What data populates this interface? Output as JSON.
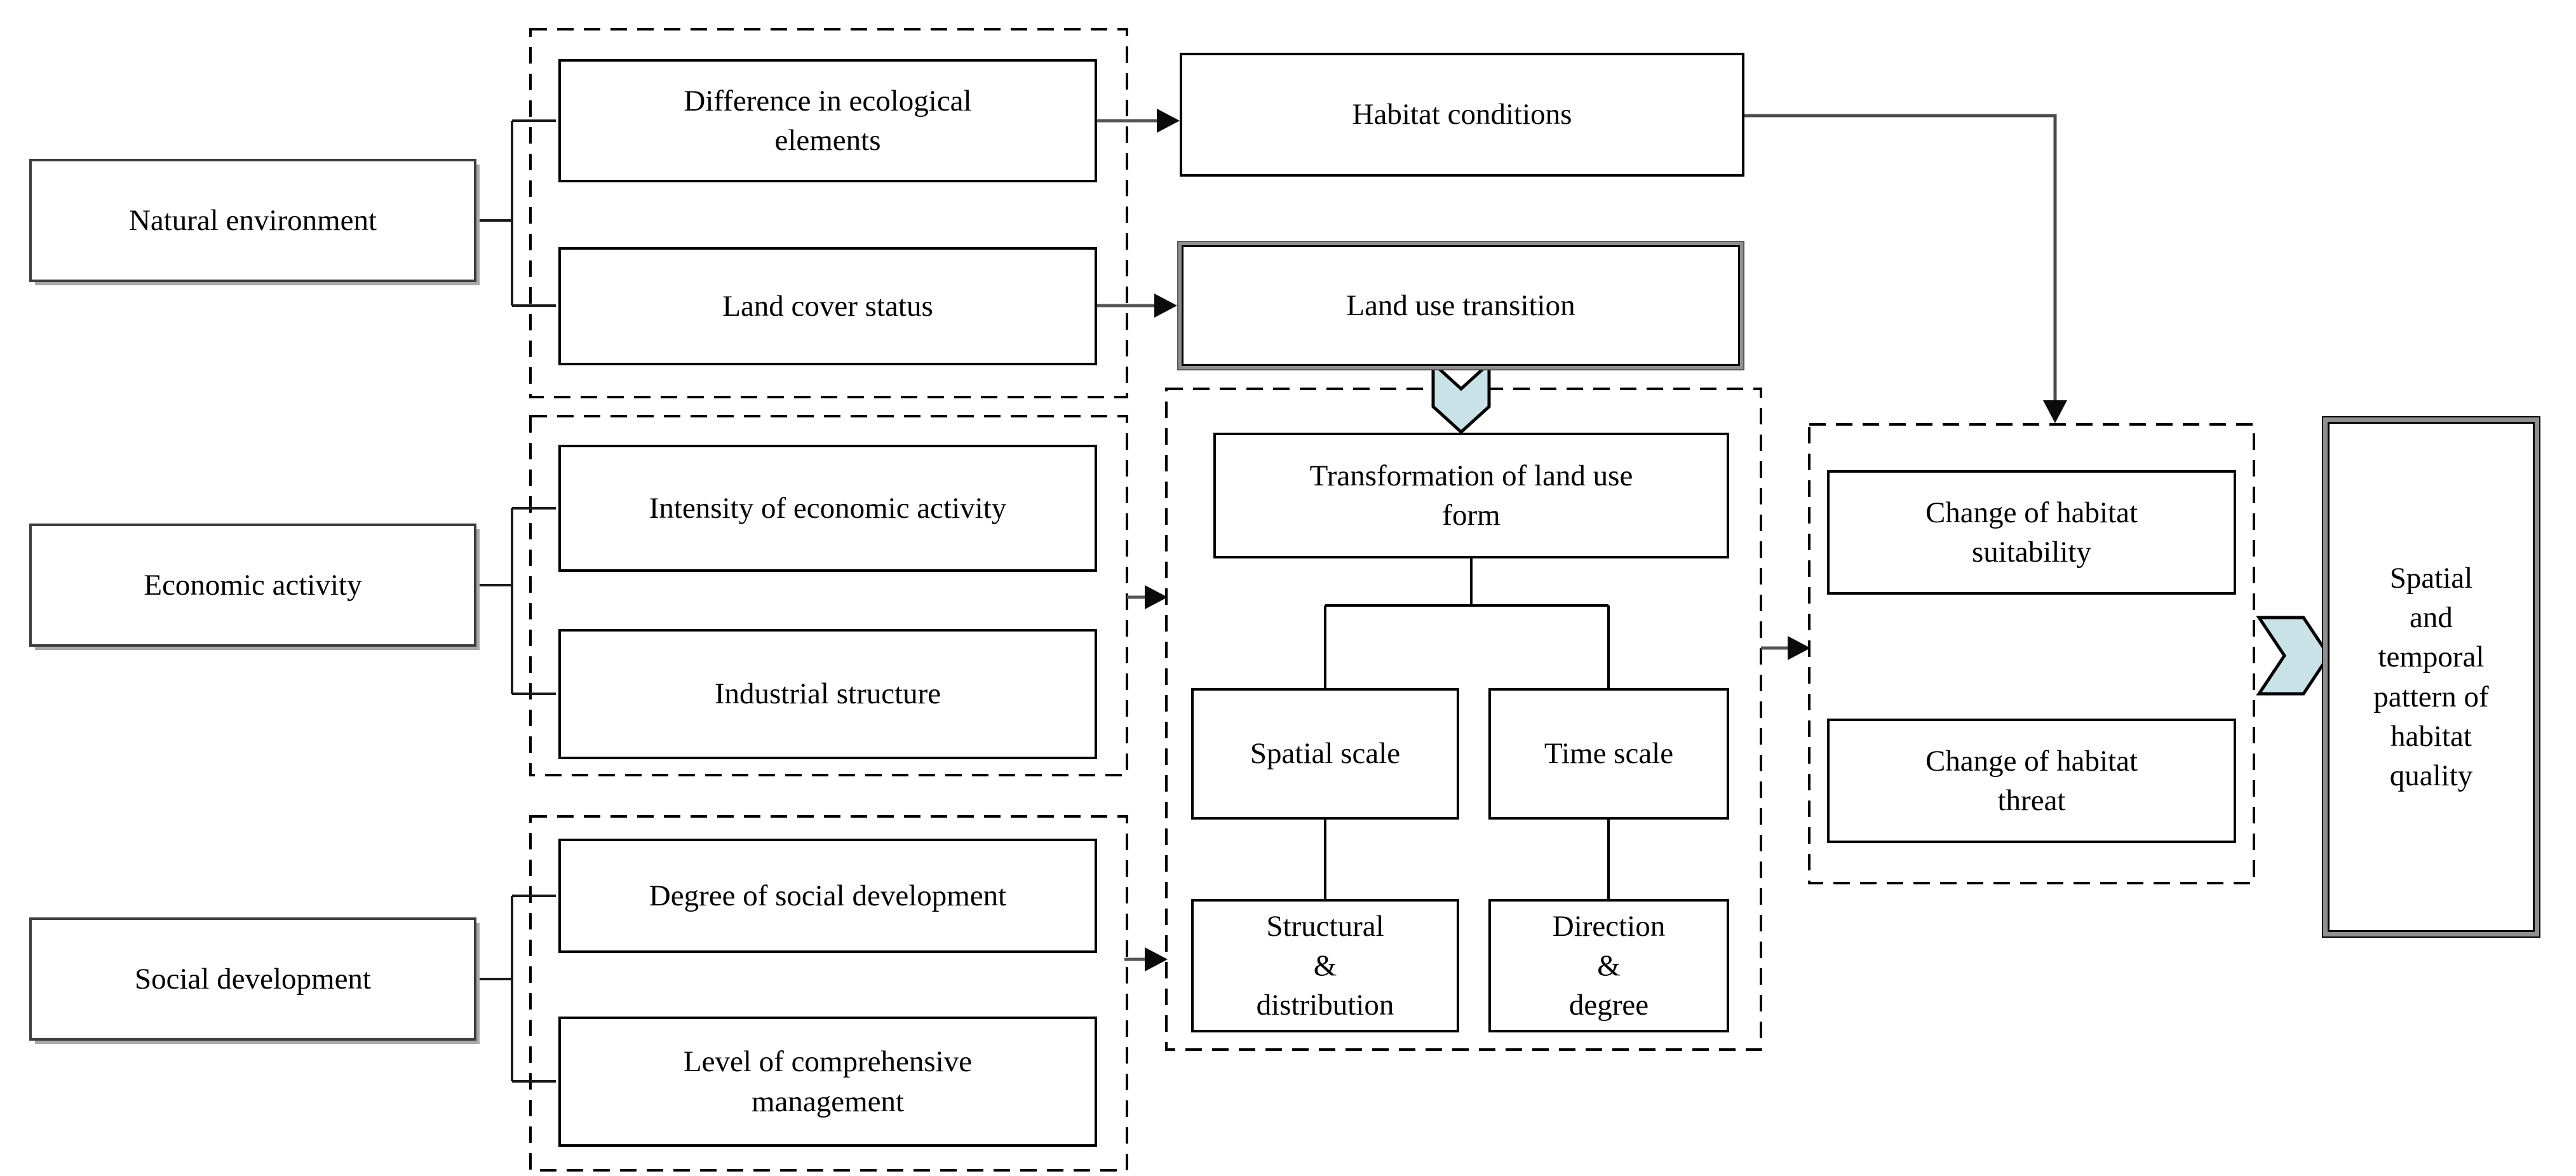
{
  "colors": {
    "chevron_fill": "#c8e2e8",
    "box_border": "#000000",
    "line": "#555555",
    "driver_shadow": "#a8a8a8",
    "double_border_gray": "#8f8f8f"
  },
  "drivers": [
    {
      "label": "Natural environment",
      "factors": [
        "Difference in ecological\nelements",
        "Land cover status"
      ]
    },
    {
      "label": "Economic activity",
      "factors": [
        "Intensity of economic activity",
        "Industrial structure"
      ]
    },
    {
      "label": "Social development",
      "factors": [
        "Degree of social development",
        "Level of comprehensive\nmanagement"
      ]
    }
  ],
  "process": {
    "habitat_conditions": "Habitat conditions",
    "land_use_transition": "Land use transition",
    "transformation": "Transformation of land use\nform",
    "spatial_scale": "Spatial scale",
    "time_scale": "Time scale",
    "structural_distribution": "Structural\n&\ndistribution",
    "direction_degree": "Direction\n&\ndegree"
  },
  "outcomes": {
    "suitability": "Change of habitat\nsuitability",
    "threat": "Change of habitat\nthreat",
    "final": "Spatial\nand\ntemporal\npattern of\nhabitat\nquality"
  }
}
